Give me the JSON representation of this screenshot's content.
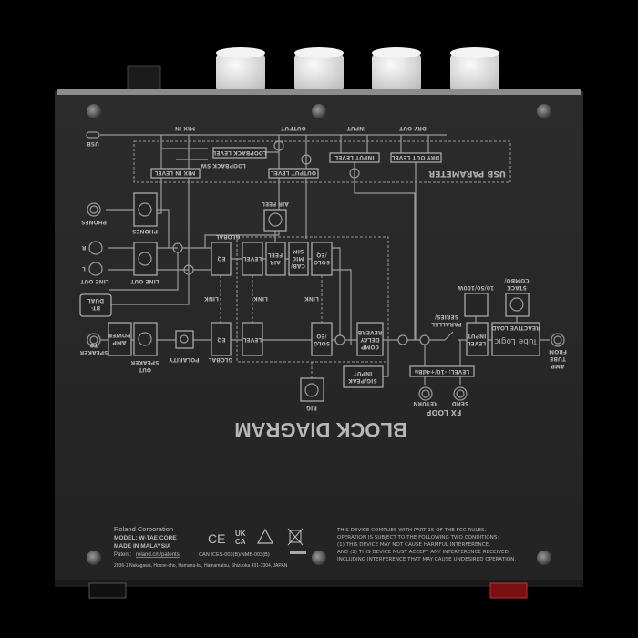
{
  "diagram": {
    "title": "BLOCK DIAGRAM",
    "usb": "USB",
    "usb_parameter": "USB PARAMETER",
    "mix_in": "MIX IN",
    "output": "OUTPUT",
    "input": "INPUT",
    "dry_out": "DRY OUT",
    "loopback_level": "LOOPBACK LEVEL",
    "loopback_sw": "LOOPBACK SW",
    "mix_in_level": "MIX IN LEVEL",
    "output_level": "OUTPUT LEVEL",
    "input_level": "INPUT LEVEL",
    "dry_out_level": "DRY OUT LEVEL",
    "phones": "PHONES",
    "phones_jack": "PHONES",
    "line_out": "LINE OUT",
    "line_out_jack": "LINE OUT",
    "r": "R",
    "l": "L",
    "bt_dual_1": "BT-",
    "bt_dual_2": "DUAL",
    "global_top": "GLOBAL",
    "global_bottom": "GLOBAL",
    "eq": "EQ",
    "level": "LEVEL",
    "air": "AIR",
    "feel": "FEEL",
    "air_feel": "AIR FEEL",
    "cab": "CAB/",
    "mic": "MIC",
    "sim": "SIM",
    "solo": "SOLO",
    "slash_eq": "/EQ",
    "link": "LINK",
    "to_speaker_1": "TO",
    "to_speaker_2": "SPEAKER",
    "power": "POWER",
    "amp": "AMP",
    "speaker_out_1": "SPEAKER",
    "speaker_out_2": "OUT",
    "polarity": "POLARITY",
    "comp": "COMP",
    "delay": "DELAY",
    "reverb": "REVERB",
    "rig": "RIG",
    "input_sig_1": "INPUT",
    "input_sig_2": "SIG/PEAK",
    "series_1": "SERIES/",
    "series_2": "PARALLEL",
    "input_level_1": "INPUT",
    "input_level_2": "LEVEL",
    "watt": "10/50/100W",
    "combo_1": "COMBO/",
    "combo_2": "STACK",
    "reactive_load": "REACTIVE LOAD",
    "tube_logic": "Tube Logic",
    "from_1": "FROM",
    "from_2": "TUBE",
    "from_3": "AMP",
    "fx_level": "LEVEL: -10/+4dBu",
    "send": "SEND",
    "return": "RETURN",
    "fx_loop": "FX LOOP"
  },
  "label": {
    "company": "Roland Corporation",
    "model": "MODEL: W-TAE CORE",
    "made_in": "MADE IN MALAYSIA",
    "patent_prefix": "Patent:",
    "patent_link": "roland.cm/patents",
    "can_ices": "CAN ICES-003(B)/NMB-003(B)",
    "address": "2036-1 Nakagawa, Hosoe-cho, Hamana-ku, Hamamatsu, Shizuoka 431-1304, JAPAN",
    "ce": "CE",
    "ukca_1": "UK",
    "ukca_2": "CA",
    "fcc": [
      "THIS DEVICE COMPLIES WITH PART 15 OF THE FCC RULES.",
      "OPERATION IS SUBJECT TO THE FOLLOWING TWO CONDITIONS:",
      "(1) THIS DEVICE MAY NOT CAUSE HARMFUL INTERFERENCE,",
      "AND (2) THIS DEVICE MUST ACCEPT ANY INTERFERENCE RECEIVED,",
      "INCLUDING INTERFERENCE THAT MAY CAUSE UNDESIRED OPERATION."
    ]
  }
}
